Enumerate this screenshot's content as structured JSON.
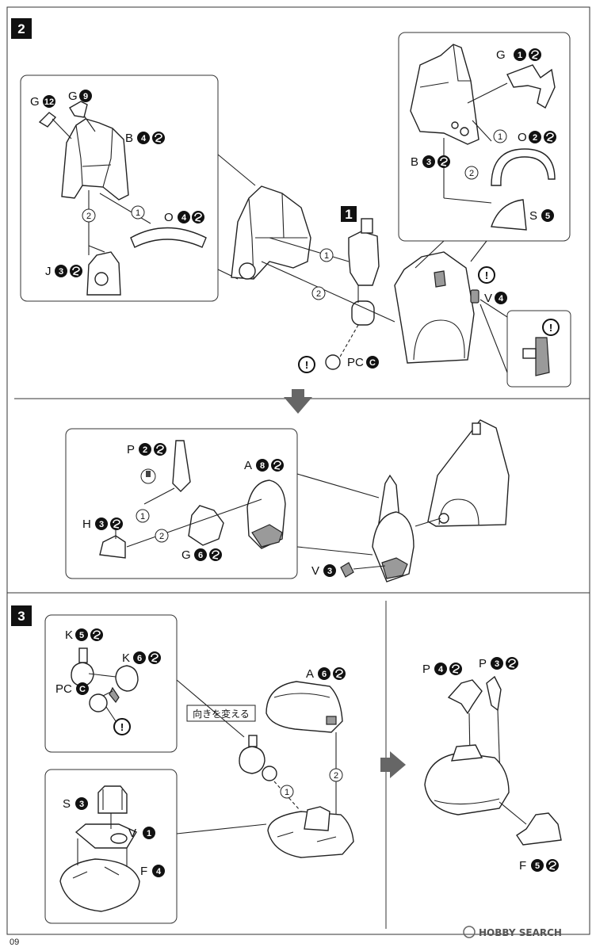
{
  "steps": [
    {
      "number": "2"
    },
    {
      "number": "3"
    }
  ],
  "sub_step": "1",
  "orders": [
    "1",
    "2"
  ],
  "labels": {
    "g12": {
      "letter": "G",
      "num": "12"
    },
    "g9": {
      "letter": "G",
      "num": "9"
    },
    "b4": {
      "letter": "B",
      "num": "4"
    },
    "o4": {
      "letter": "O",
      "num": "4"
    },
    "j3": {
      "letter": "J",
      "num": "3"
    },
    "g1": {
      "letter": "G",
      "num": "1"
    },
    "o2": {
      "letter": "O",
      "num": "2"
    },
    "b3": {
      "letter": "B",
      "num": "3"
    },
    "s5": {
      "letter": "S",
      "num": "5"
    },
    "v4": {
      "letter": "V",
      "num": "4"
    },
    "pcc1": {
      "letter": "PC",
      "num": "C"
    },
    "p2": {
      "letter": "P",
      "num": "2"
    },
    "a8": {
      "letter": "A",
      "num": "8"
    },
    "h3": {
      "letter": "H",
      "num": "3"
    },
    "g6": {
      "letter": "G",
      "num": "6"
    },
    "v3": {
      "letter": "V",
      "num": "3"
    },
    "k5": {
      "letter": "K",
      "num": "5"
    },
    "k6": {
      "letter": "K",
      "num": "6"
    },
    "pcc2": {
      "letter": "PC",
      "num": "C"
    },
    "a6": {
      "letter": "A",
      "num": "6"
    },
    "s3": {
      "letter": "S",
      "num": "3"
    },
    "v1": {
      "letter": "V",
      "num": "1"
    },
    "f4": {
      "letter": "F",
      "num": "4"
    },
    "p4": {
      "letter": "P",
      "num": "4"
    },
    "p3": {
      "letter": "P",
      "num": "3"
    },
    "f5": {
      "letter": "F",
      "num": "5"
    }
  },
  "callout_note": "向きを変える",
  "warning_mark": "!",
  "page_number": "09",
  "watermark": "HOBBY SEARCH",
  "icons": [
    "cement-icon",
    "warning-icon",
    "down-arrow-icon",
    "right-arrow-icon"
  ]
}
